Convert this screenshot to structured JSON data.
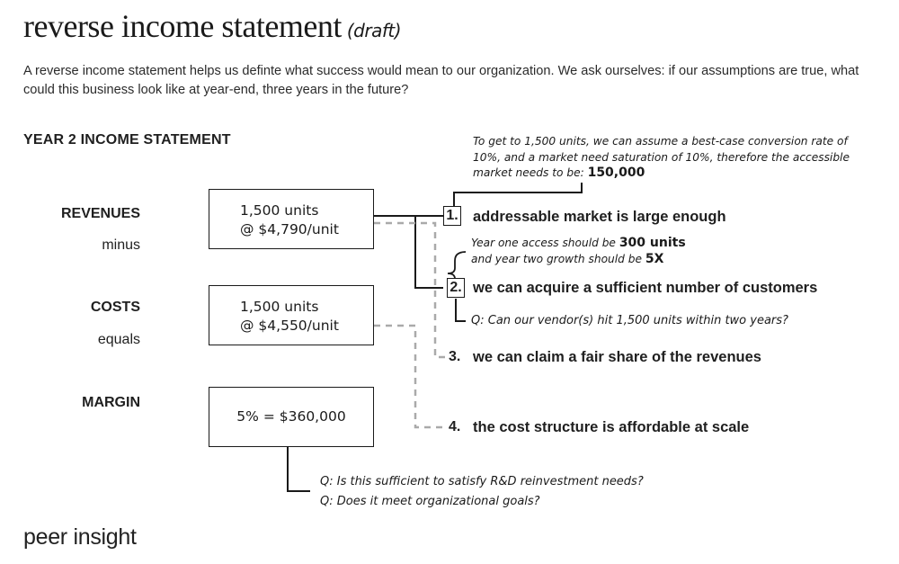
{
  "title": "reverse income statement",
  "title_note": "(draft)",
  "intro": "A reverse income statement helps us definte what success would mean to our organization. We ask ourselves: if our assumptions are true, what could this business look like at year-end, three years in the future?",
  "section_heading": "YEAR 2 INCOME STATEMENT",
  "labels": {
    "revenues": "REVENUES",
    "minus": "minus",
    "costs": "COSTS",
    "equals": "equals",
    "margin": "MARGIN"
  },
  "boxes": {
    "revenues": [
      "1,500 units",
      "@ $4,790/unit"
    ],
    "costs": [
      "1,500 units",
      "@ $4,550/unit"
    ],
    "margin": "5% = $360,000"
  },
  "notes": {
    "market_lines": [
      "To get to 1,500 units, we can assume a best-case conversion rate of",
      "10%, and a market need saturation of 10%, therefore the accessible"
    ],
    "market_last_prefix": "market needs to be: ",
    "market_value": "150,000",
    "year_one_prefix": "Year one access should be ",
    "year_one_value": "300 units",
    "growth_prefix": "and year two growth should be ",
    "growth_value": "5X",
    "vendor_question": "Q: Can our vendor(s) hit 1,500 units within two years?",
    "margin_questions": [
      "Q: Is this sufficient to satisfy R&D reinvestment needs?",
      "Q: Does it meet organizational goals?"
    ]
  },
  "assumptions": [
    {
      "number": "1.",
      "text": "addressable market is large enough"
    },
    {
      "number": "2.",
      "text": "we can acquire a sufficient number of customers"
    },
    {
      "number": "3.",
      "text": "we can claim a fair share of the revenues"
    },
    {
      "number": "4.",
      "text": "the cost structure is affordable at scale"
    }
  ],
  "logo": "peer insight",
  "colors": {
    "ink": "#1a1a1a",
    "dashed": "#aaaaaa",
    "background": "#ffffff"
  }
}
